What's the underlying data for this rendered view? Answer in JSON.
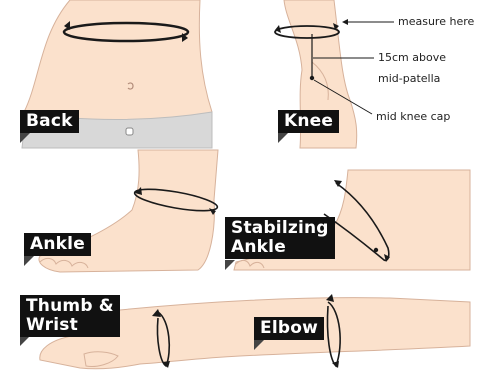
{
  "panels": {
    "back": {
      "label": "Back"
    },
    "knee": {
      "label": "Knee",
      "annotations": {
        "measure": "measure here",
        "above_line1": "15cm above",
        "above_line2": "mid-patella",
        "mid_knee_cap": "mid knee cap"
      }
    },
    "ankle": {
      "label": "Ankle"
    },
    "stabilizing_ankle": {
      "label_line1": "Stabilzing",
      "label_line2": "Ankle"
    },
    "thumb_wrist": {
      "label_line1": "Thumb &",
      "label_line2": "Wrist"
    },
    "elbow": {
      "label": "Elbow"
    }
  },
  "colors": {
    "skin": "#fbe1cc",
    "skin_outline": "#d7b29b",
    "tape": "#1a1a1a",
    "label_bg": "#111111",
    "pants": "#d8d8d8"
  }
}
